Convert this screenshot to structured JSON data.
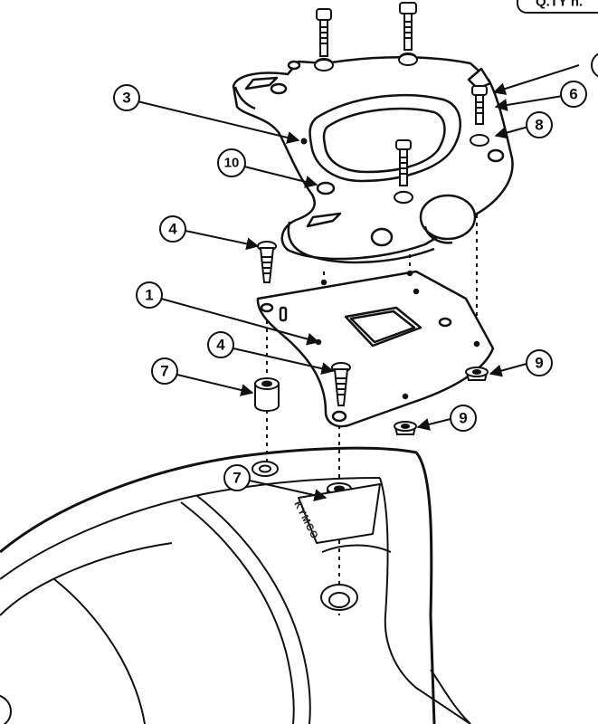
{
  "header": {
    "reference_badge": "Q.TY n."
  },
  "brand": {
    "embossed_text": "KYMCO"
  },
  "callouts": {
    "c3": "3",
    "c6": "6",
    "c8": "8",
    "c10": "10",
    "c4a": "4",
    "c1": "1",
    "c4b": "4",
    "c7a": "7",
    "c9a": "9",
    "c9b": "9",
    "c7b": "7"
  },
  "colors": {
    "ink": "#111111",
    "paper": "#ffffff"
  }
}
